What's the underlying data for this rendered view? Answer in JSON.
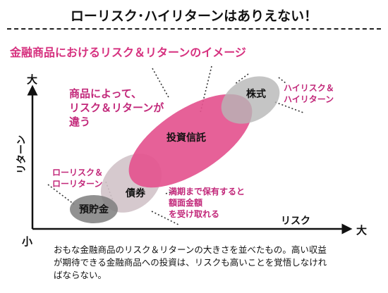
{
  "title": "ローリスク･ハイリターンはありえない！",
  "subtitle": "金融商品におけるリスク＆リターンのイメージ",
  "axes": {
    "y_high": "大",
    "origin_low": "小",
    "x_high": "大",
    "x_label": "リスク",
    "y_label": "リターン"
  },
  "products": {
    "stock": "株式",
    "investment_trust": "投資信託",
    "bond": "債券",
    "deposit": "預貯金"
  },
  "notes": {
    "high_risk": [
      "ハイリスク＆",
      "ハイリターン"
    ],
    "low_risk": [
      "ローリスク＆",
      "ローリターン"
    ],
    "bond_maturity": [
      "満期まで保有すると",
      "額面金額",
      "を受け取れる"
    ],
    "varies": [
      "商品によって、",
      "リスク＆リターンが",
      "違う"
    ]
  },
  "caption": "おもな金融商品のリスク＆リターンの大きさを並べたもの。高い収益が期待できる金融商品への投資は、リスクも高いことを覚悟しなければならない。",
  "colors": {
    "accent_pink": "#d6317f",
    "trust_ellipse": "#e4548f",
    "bond_ellipse": "#d2c3c9",
    "stock_ellipse": "#b6b6b6",
    "deposit_ellipse": "#7e7e7e"
  }
}
